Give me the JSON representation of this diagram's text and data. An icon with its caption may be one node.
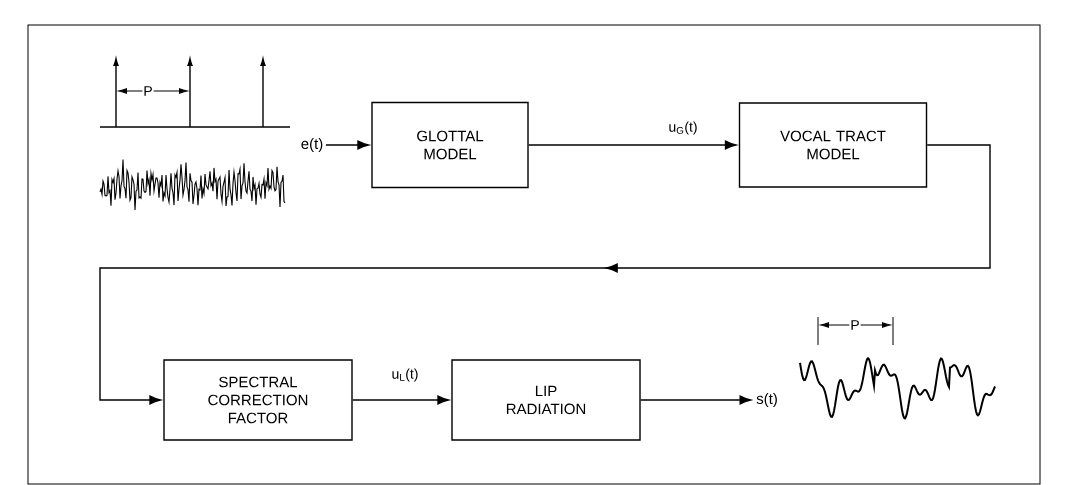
{
  "diagram": {
    "nodes": [
      {
        "text": [
          "e(t)"
        ]
      },
      {
        "text": [
          "GLOTTAL MODEL"
        ]
      },
      {
        "text": [
          "VOCAL TRACT MODEL"
        ]
      },
      {
        "text": [
          "SPECTRAL CORRECTION FACTOR"
        ]
      },
      {
        "text": [
          "LIP RADIATION"
        ]
      },
      {
        "text": [
          "s(t)"
        ]
      }
    ],
    "edges": [
      {
        "from": 0,
        "to": 1,
        "arrow": "to"
      },
      {
        "from": 1,
        "to": 2,
        "arrow": "to",
        "label": "u$_{G}$(t)"
      },
      {
        "from": 2,
        "to": 3,
        "arrow": "to"
      },
      {
        "from": 3,
        "to": 4,
        "arrow": "to",
        "label": "u$_{L}$(t)"
      },
      {
        "from": 4,
        "to": 5,
        "arrow": "to"
      }
    ],
    "labels": [
      "P",
      "P"
    ]
  }
}
